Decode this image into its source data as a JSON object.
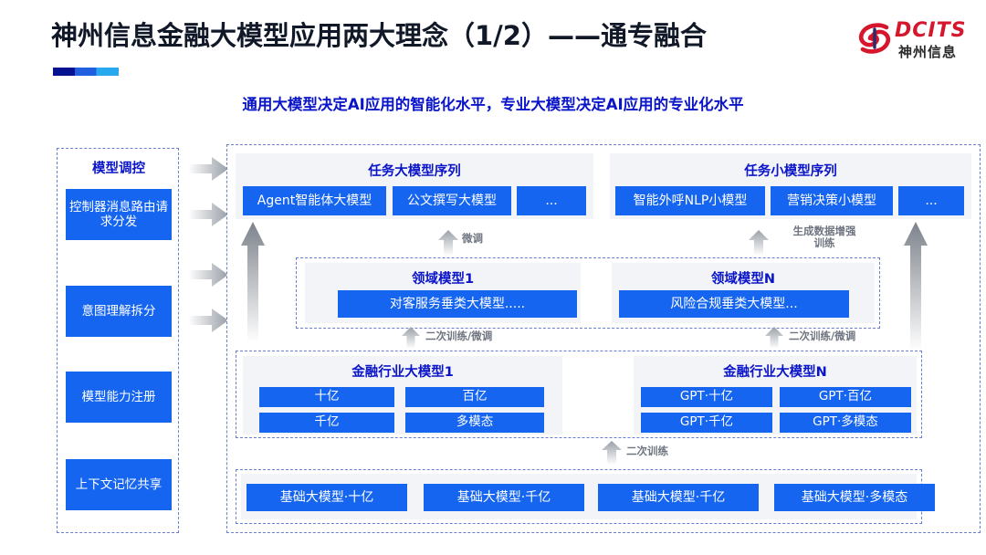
{
  "header": {
    "title": "神州信息金融大模型应用两大理念（1/2）——通专融合",
    "subtitle": "通用大模型决定AI应用的智能化水平，专业大模型决定AI应用的专业化水平",
    "logo": {
      "en": "DCITS",
      "cn": "神州信息",
      "mark": "dcits-swirl-icon",
      "color": "#d6162c"
    }
  },
  "accent_colors": {
    "title_blue": "#0a14c8",
    "box_blue": "#1565f0",
    "panel_gray": "#f2f4f7",
    "dashed_border": "#6a7fd0",
    "arrow_gray": "#9aa0a8"
  },
  "left_column": {
    "title": "模型调控",
    "items": [
      {
        "label": "控制器消息路由请求分发"
      },
      {
        "label": "意图理解拆分"
      },
      {
        "label": "模型能力注册"
      },
      {
        "label": "上下文记忆共享"
      }
    ]
  },
  "task_layer": {
    "left_panel": {
      "title": "任务大模型序列",
      "boxes": [
        "Agent智能体大模型",
        "公文撰写大模型",
        "..."
      ]
    },
    "right_panel": {
      "title": "任务小模型序列",
      "boxes": [
        "智能外呼NLP小模型",
        "营销决策小模型",
        "..."
      ]
    }
  },
  "domain_layer": {
    "left_panel": {
      "title": "领域模型1",
      "boxes": [
        "对客服务垂类大模型....."
      ]
    },
    "right_panel": {
      "title": "领域模型N",
      "boxes": [
        "风险合规垂类大模型..."
      ]
    }
  },
  "industry_layer": {
    "left_panel": {
      "title": "金融行业大模型1",
      "boxes": [
        "十亿",
        "百亿",
        "千亿",
        "多模态"
      ]
    },
    "right_panel": {
      "title": "金融行业大模型N",
      "boxes": [
        "GPT·十亿",
        "GPT·百亿",
        "GPT·千亿",
        "GPT·多模态"
      ]
    }
  },
  "base_layer": {
    "boxes": [
      "基础大模型·十亿",
      "基础大模型·千亿",
      "基础大模型·千亿",
      "基础大模型·多模态"
    ]
  },
  "arrow_labels": {
    "finetune": "微调",
    "data_aug_train": "生成数据增强\n训练",
    "retrain_finetune_left": "二次训练/微调",
    "retrain_finetune_right": "二次训练/微调",
    "retrain": "二次训练"
  }
}
